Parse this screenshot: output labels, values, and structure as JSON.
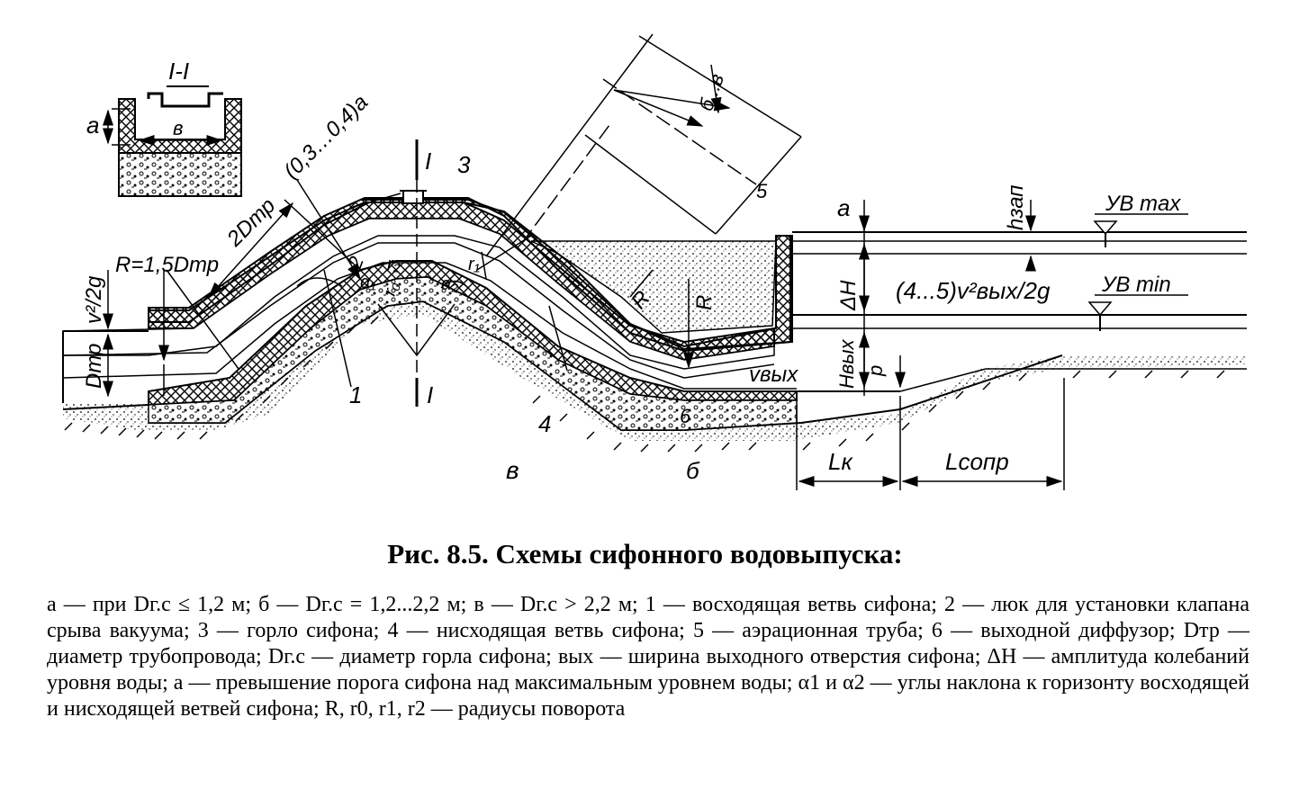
{
  "figure": {
    "labels": {
      "section_mark": "I-I",
      "dim_a_left": "a",
      "dim_b_left": "в",
      "section_top": "I",
      "section_bottom": "I",
      "num3": "3",
      "num1": "1",
      "num2": "2",
      "num4": "4",
      "num5": "5",
      "num6": "6",
      "angle_a1": "α₁",
      "angle_a2": "α₂",
      "r0": "r₀",
      "r1": "r₁",
      "r2": "r₂",
      "ratio_dim": "(0,3…0,4)a",
      "length_dim": "2Dтр",
      "radius_left": "R=1,5Dтр",
      "velocity_head": "v²/2g",
      "pipe_dia": "Dтр",
      "radius_r1": "R",
      "radius_r2": "R",
      "dim_b_top": "б...в",
      "dim_a_right": "a",
      "delta_h": "ΔH",
      "exit_head": "(4...5)v²вых/2g",
      "h_zap": "hзап",
      "level_max": "УВ max",
      "level_min": "УВ min",
      "v_exit": "vвых",
      "h_exit": "Hвых",
      "p_label": "p",
      "l_k": "Lк",
      "l_sopr": "Lсопр",
      "view_b": "в",
      "view_6": "б"
    }
  },
  "caption": {
    "title": "Рис. 8.5. Схемы сифонного водовыпуска:",
    "body": "а — при Dг.с ≤ 1,2 м; б — Dг.с = 1,2...2,2 м; в — Dг.с > 2,2 м; 1 — восходящая ветвь сифона; 2 — люк для установки клапана срыва вакуума; 3 — горло сифона; 4 — нисходящая ветвь сифона; 5 — аэрационная труба; 6 — выходной диффузор; Dтр — диаметр трубопровода; Dг.с — диаметр горла сифона; вых — ширина выходного отверстия сифона; ΔH — амплитуда колебаний уровня воды; a — превышение порога сифона над максимальным уровнем воды; α1 и α2 — углы наклона к горизонту восходящей и нисходящей ветвей сифона; R, r0, r1, r2 — радиусы поворота"
  }
}
